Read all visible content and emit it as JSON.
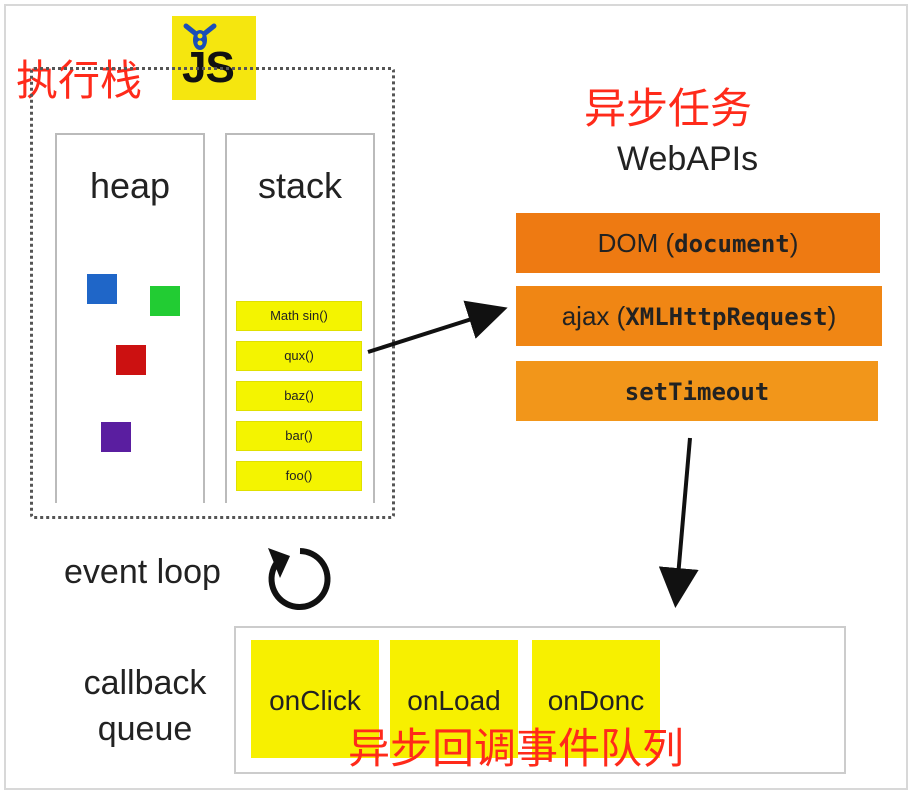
{
  "labels": {
    "execution_stack": "执行栈",
    "async_tasks": "异步任务",
    "async_callback_queue": "异步回调事件队列"
  },
  "js_logo": {
    "text": "JS",
    "color": "#f5e60f"
  },
  "heap": {
    "title": "heap",
    "object_colors": [
      "#1f66c8",
      "#22cc33",
      "#cc1111",
      "#5a1ea0"
    ]
  },
  "stack": {
    "title": "stack",
    "frames": [
      "Math sin()",
      "qux()",
      "baz()",
      "bar()",
      "foo()"
    ]
  },
  "webapis": {
    "title": "WebAPIs",
    "items": [
      {
        "prefix": "DOM (",
        "mono": "document",
        "suffix": ")",
        "color": "#ee7a12"
      },
      {
        "prefix": "ajax (",
        "mono": "XMLHttpRequest",
        "suffix": ")",
        "color": "#f08614"
      },
      {
        "prefix": "",
        "mono": "setTimeout",
        "suffix": "",
        "color": "#f2961a"
      }
    ]
  },
  "event_loop": {
    "label": "event loop",
    "icon": "loop-arrow-icon"
  },
  "callback_queue": {
    "label_line1": "callback",
    "label_line2": "queue",
    "items": [
      "onClick",
      "onLoad",
      "onDonc"
    ]
  }
}
